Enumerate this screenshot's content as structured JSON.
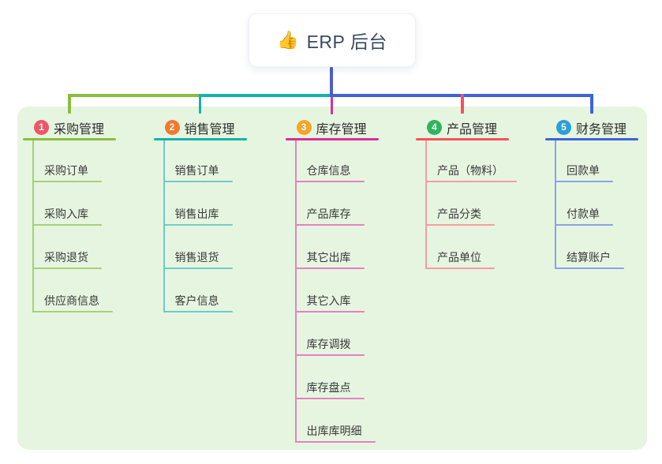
{
  "root": {
    "icon": "👍",
    "title": "ERP 后台"
  },
  "connector_color": "#4a5ed0",
  "canvas_bg": "#e6f5e0",
  "branches": [
    {
      "num": "1",
      "label": "采购管理",
      "colors": {
        "main": "#8abf3e",
        "light": "#a9cf78",
        "badge": "#ee5568"
      },
      "children": [
        "采购订单",
        "采购入库",
        "采购退货",
        "供应商信息"
      ]
    },
    {
      "num": "2",
      "label": "销售管理",
      "colors": {
        "main": "#14b3a9",
        "light": "#6fccc5",
        "badge": "#f4772e"
      },
      "children": [
        "销售订单",
        "销售出库",
        "销售退货",
        "客户信息"
      ]
    },
    {
      "num": "3",
      "label": "库存管理",
      "colors": {
        "main": "#d63094",
        "light": "#e383c2",
        "badge": "#f3a62a"
      },
      "children": [
        "仓库信息",
        "产品库存",
        "其它出库",
        "其它入库",
        "库存调拨",
        "库存盘点",
        "出库库明细"
      ]
    },
    {
      "num": "4",
      "label": "产品管理",
      "colors": {
        "main": "#f5515c",
        "light": "#f89ba3",
        "badge": "#2fb45c"
      },
      "children": [
        "产品（物料）",
        "产品分类",
        "产品单位"
      ]
    },
    {
      "num": "5",
      "label": "财务管理",
      "colors": {
        "main": "#3c63da",
        "light": "#8ba2e6",
        "badge": "#2d9ed9"
      },
      "children": [
        "回款单",
        "付款单",
        "结算账户"
      ]
    }
  ]
}
